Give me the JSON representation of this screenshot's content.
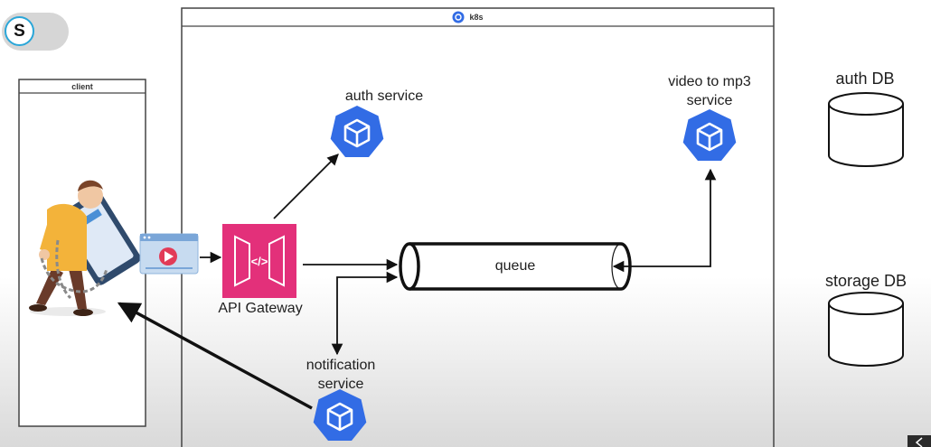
{
  "badge": {
    "letter": "S"
  },
  "k8s": {
    "title": "k8s"
  },
  "client": {
    "title": "client"
  },
  "services": {
    "auth": "auth service",
    "video_line1": "video to mp3",
    "video_line2": "service",
    "gateway": "API Gateway",
    "notification_line1": "notification",
    "notification_line2": "service"
  },
  "queue": {
    "label": "queue"
  },
  "databases": {
    "auth": "auth DB",
    "storage": "storage DB"
  },
  "colors": {
    "k8s_blue": "#326ce5",
    "gateway_pink": "#e3307a",
    "stroke": "#111111"
  },
  "icons": {
    "service": "kubernetes-pod-icon",
    "gateway": "api-gateway-icon",
    "video": "video-player-icon",
    "database": "database-cylinder-icon"
  }
}
